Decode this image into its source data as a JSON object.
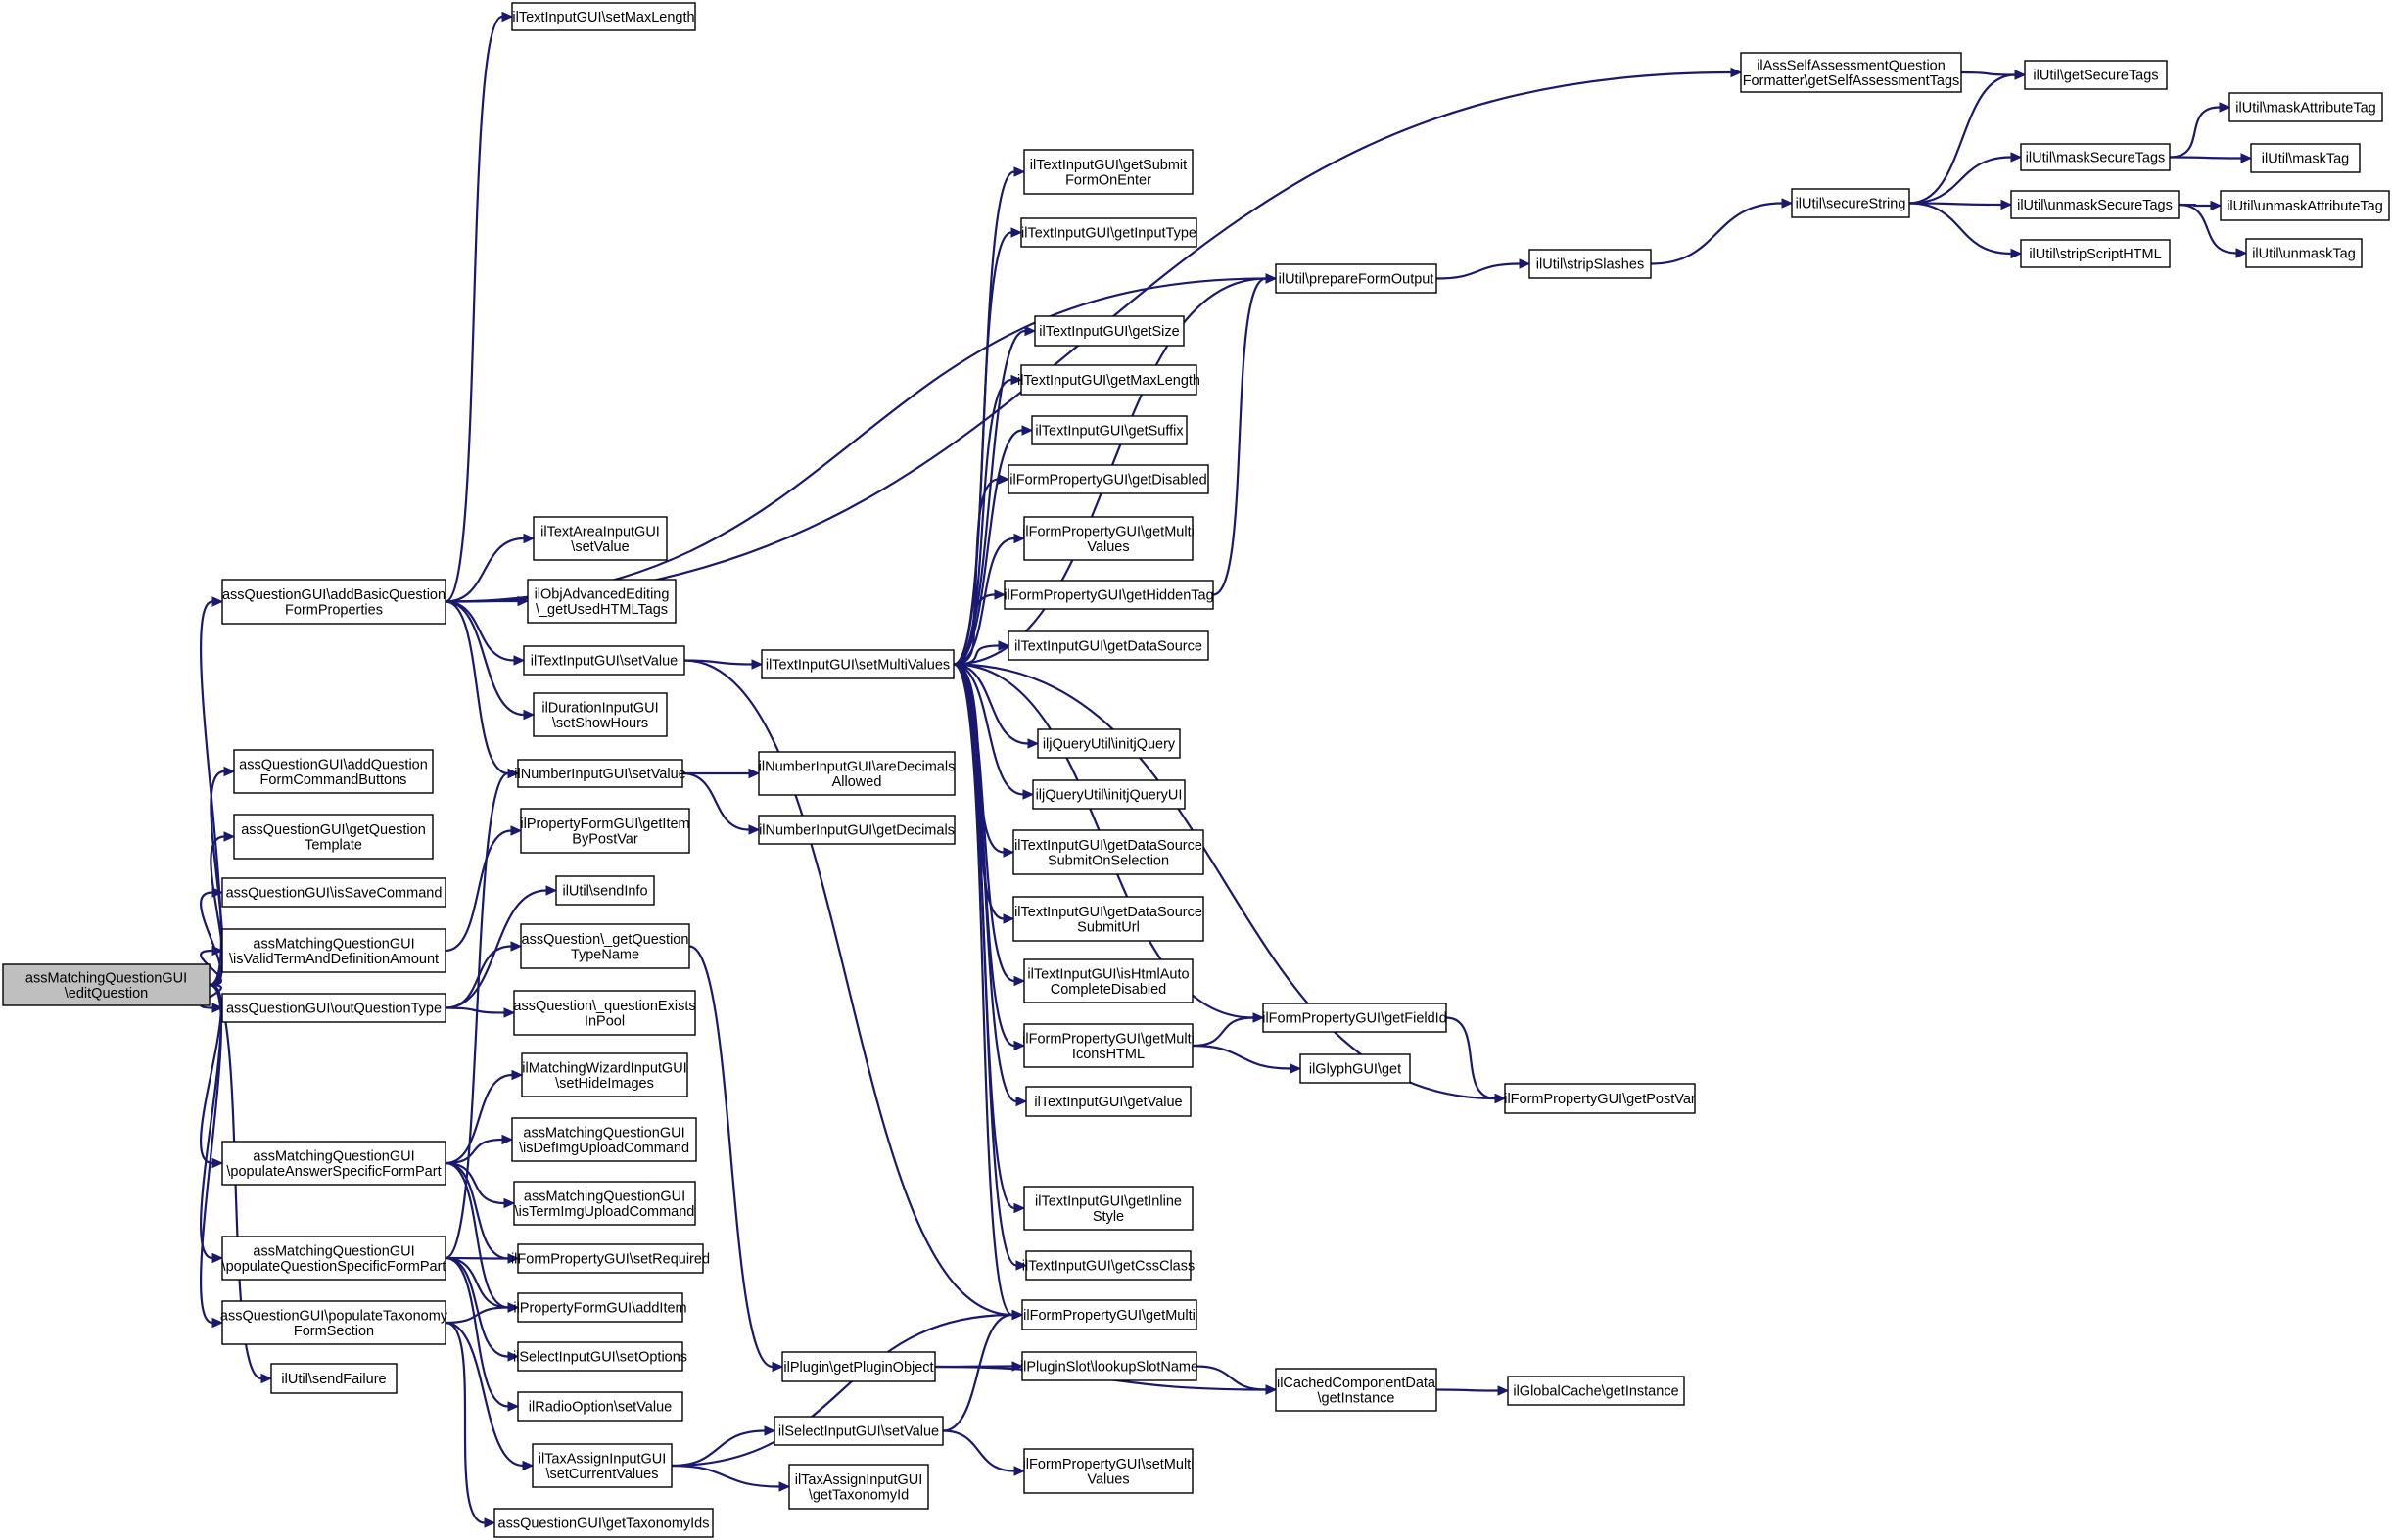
{
  "root": [
    "assMatchingQuestionGUI",
    "\\editQuestion"
  ],
  "nodes": {
    "n_setMaxLength": [
      "ilTextInputGUI\\setMaxLength"
    ],
    "n_selfAssess": [
      "ilAssSelfAssessmentQuestion",
      "Formatter\\getSelfAssessmentTags"
    ],
    "n_getSecureTags": [
      "ilUtil\\getSecureTags"
    ],
    "n_maskAttrTag": [
      "ilUtil\\maskAttributeTag"
    ],
    "n_maskSecureTags": [
      "ilUtil\\maskSecureTags"
    ],
    "n_maskTag": [
      "ilUtil\\maskTag"
    ],
    "n_secureString": [
      "ilUtil\\secureString"
    ],
    "n_unmaskSecureTags": [
      "ilUtil\\unmaskSecureTags"
    ],
    "n_unmaskAttrTag": [
      "ilUtil\\unmaskAttributeTag"
    ],
    "n_unmaskTag": [
      "ilUtil\\unmaskTag"
    ],
    "n_stripScriptHTML": [
      "ilUtil\\stripScriptHTML"
    ],
    "n_stripSlashes": [
      "ilUtil\\stripSlashes"
    ],
    "n_prepareFormOutput": [
      "ilUtil\\prepareFormOutput"
    ],
    "n_getSubmitFormOnEnter": [
      "ilTextInputGUI\\getSubmit",
      "FormOnEnter"
    ],
    "n_getInputType": [
      "ilTextInputGUI\\getInputType"
    ],
    "n_getSize": [
      "ilTextInputGUI\\getSize"
    ],
    "n_getMaxLength": [
      "ilTextInputGUI\\getMaxLength"
    ],
    "n_getSuffix": [
      "ilTextInputGUI\\getSuffix"
    ],
    "n_getDisabled": [
      "ilFormPropertyGUI\\getDisabled"
    ],
    "n_getMultiValues": [
      "ilFormPropertyGUI\\getMulti",
      "Values"
    ],
    "n_getHiddenTag": [
      "ilFormPropertyGUI\\getHiddenTag"
    ],
    "n_getDataSource": [
      "ilTextInputGUI\\getDataSource"
    ],
    "n_initjQuery": [
      "iljQueryUtil\\initjQuery"
    ],
    "n_initjQueryUI": [
      "iljQueryUtil\\initjQueryUI"
    ],
    "n_getDSSubmitOnSel": [
      "ilTextInputGUI\\getDataSource",
      "SubmitOnSelection"
    ],
    "n_getDSSubmitUrl": [
      "ilTextInputGUI\\getDataSource",
      "SubmitUrl"
    ],
    "n_isHtmlAuto": [
      "ilTextInputGUI\\isHtmlAuto",
      "CompleteDisabled"
    ],
    "n_getMultiIconsHTML": [
      "ilFormPropertyGUI\\getMulti",
      "IconsHTML"
    ],
    "n_getFieldId": [
      "ilFormPropertyGUI\\getFieldId"
    ],
    "n_glyphGet": [
      "ilGlyphGUI\\get"
    ],
    "n_getPostVar": [
      "ilFormPropertyGUI\\getPostVar"
    ],
    "n_tiGetValue": [
      "ilTextInputGUI\\getValue"
    ],
    "n_getInlineStyle": [
      "ilTextInputGUI\\getInline",
      "Style"
    ],
    "n_getCssClass": [
      "ilTextInputGUI\\getCssClass"
    ],
    "n_getMulti": [
      "ilFormPropertyGUI\\getMulti"
    ],
    "n_getPluginObject": [
      "ilPlugin\\getPluginObject"
    ],
    "n_lookupSlotName": [
      "ilPluginSlot\\lookupSlotName"
    ],
    "n_cachedGetInstance": [
      "ilCachedComponentData",
      "\\getInstance"
    ],
    "n_globalCacheGetInstance": [
      "ilGlobalCache\\getInstance"
    ],
    "n_selectSetValue": [
      "ilSelectInputGUI\\setValue"
    ],
    "n_fpSetMultiValues": [
      "ilFormPropertyGUI\\setMulti",
      "Values"
    ],
    "n_getTaxonomyId": [
      "ilTaxAssignInputGUI",
      "\\getTaxonomyId"
    ],
    "n_taxSetCurrentValues": [
      "ilTaxAssignInputGUI",
      "\\setCurrentValues"
    ],
    "n_getTaxonomyIds": [
      "assQuestionGUI\\getTaxonomyIds"
    ],
    "n_radioSetValue": [
      "ilRadioOption\\setValue"
    ],
    "n_selectSetOptions": [
      "ilSelectInputGUI\\setOptions"
    ],
    "n_addItem": [
      "ilPropertyFormGUI\\addItem"
    ],
    "n_setRequired": [
      "ilFormPropertyGUI\\setRequired"
    ],
    "n_isTermImg": [
      "assMatchingQuestionGUI",
      "\\isTermImgUploadCommand"
    ],
    "n_isDefImg": [
      "assMatchingQuestionGUI",
      "\\isDefImgUploadCommand"
    ],
    "n_setHideImages": [
      "ilMatchingWizardInputGUI",
      "\\setHideImages"
    ],
    "n_questionExists": [
      "assQuestion\\_questionExists",
      "InPool"
    ],
    "n_getQTypeName": [
      "assQuestion\\_getQuestion",
      "TypeName"
    ],
    "n_sendInfo": [
      "ilUtil\\sendInfo"
    ],
    "n_getItemByPostVar": [
      "ilPropertyFormGUI\\getItem",
      "ByPostVar"
    ],
    "n_getDecimals": [
      "ilNumberInputGUI\\getDecimals"
    ],
    "n_areDecimals": [
      "ilNumberInputGUI\\areDecimals",
      "Allowed"
    ],
    "n_numSetValue": [
      "ilNumberInputGUI\\setValue"
    ],
    "n_setShowHours": [
      "ilDurationInputGUI",
      "\\setShowHours"
    ],
    "n_tiSetValue": [
      "ilTextInputGUI\\setValue"
    ],
    "n_setMultiValues": [
      "ilTextInputGUI\\setMultiValues"
    ],
    "n_getUsedHTMLTags": [
      "ilObjAdvancedEditing",
      "\\_getUsedHTMLTags"
    ],
    "n_taSetValue": [
      "ilTextAreaInputGUI",
      "\\setValue"
    ],
    "n_addBasic": [
      "assQuestionGUI\\addBasicQuestion",
      "FormProperties"
    ],
    "n_addCmdButtons": [
      "assQuestionGUI\\addQuestion",
      "FormCommandButtons"
    ],
    "n_getQTemplate": [
      "assQuestionGUI\\getQuestion",
      "Template"
    ],
    "n_isSaveCommand": [
      "assQuestionGUI\\isSaveCommand"
    ],
    "n_isValidTerm": [
      "assMatchingQuestionGUI",
      "\\isValidTermAndDefinitionAmount"
    ],
    "n_outQuestionType": [
      "assQuestionGUI\\outQuestionType"
    ],
    "n_popAnswer": [
      "assMatchingQuestionGUI",
      "\\populateAnswerSpecificFormPart"
    ],
    "n_popQuestion": [
      "assMatchingQuestionGUI",
      "\\populateQuestionSpecificFormPart"
    ],
    "n_popTaxonomy": [
      "assQuestionGUI\\populateTaxonomy",
      "FormSection"
    ],
    "n_sendFailure": [
      "ilUtil\\sendFailure"
    ]
  },
  "edges": [
    [
      "root",
      "n_addBasic"
    ],
    [
      "root",
      "n_addCmdButtons"
    ],
    [
      "root",
      "n_getQTemplate"
    ],
    [
      "root",
      "n_isSaveCommand"
    ],
    [
      "root",
      "n_isValidTerm"
    ],
    [
      "root",
      "n_outQuestionType"
    ],
    [
      "root",
      "n_popAnswer"
    ],
    [
      "root",
      "n_popQuestion"
    ],
    [
      "root",
      "n_popTaxonomy"
    ],
    [
      "root",
      "n_sendFailure"
    ],
    [
      "n_addBasic",
      "n_setMaxLength"
    ],
    [
      "n_addBasic",
      "n_selfAssess"
    ],
    [
      "n_addBasic",
      "n_prepareFormOutput"
    ],
    [
      "n_addBasic",
      "n_taSetValue"
    ],
    [
      "n_addBasic",
      "n_getUsedHTMLTags"
    ],
    [
      "n_addBasic",
      "n_tiSetValue"
    ],
    [
      "n_addBasic",
      "n_setShowHours"
    ],
    [
      "n_addBasic",
      "n_numSetValue"
    ],
    [
      "n_selfAssess",
      "n_getSecureTags"
    ],
    [
      "n_secureString",
      "n_getSecureTags"
    ],
    [
      "n_secureString",
      "n_maskSecureTags"
    ],
    [
      "n_secureString",
      "n_unmaskSecureTags"
    ],
    [
      "n_secureString",
      "n_stripScriptHTML"
    ],
    [
      "n_maskSecureTags",
      "n_maskAttrTag"
    ],
    [
      "n_maskSecureTags",
      "n_maskTag"
    ],
    [
      "n_unmaskSecureTags",
      "n_unmaskAttrTag"
    ],
    [
      "n_unmaskSecureTags",
      "n_unmaskTag"
    ],
    [
      "n_stripSlashes",
      "n_secureString"
    ],
    [
      "n_prepareFormOutput",
      "n_stripSlashes"
    ],
    [
      "n_tiSetValue",
      "n_setMultiValues"
    ],
    [
      "n_tiSetValue",
      "n_getMulti"
    ],
    [
      "n_setMultiValues",
      "n_getSubmitFormOnEnter"
    ],
    [
      "n_setMultiValues",
      "n_getInputType"
    ],
    [
      "n_setMultiValues",
      "n_prepareFormOutput"
    ],
    [
      "n_setMultiValues",
      "n_getSize"
    ],
    [
      "n_setMultiValues",
      "n_getMaxLength"
    ],
    [
      "n_setMultiValues",
      "n_getSuffix"
    ],
    [
      "n_setMultiValues",
      "n_getDisabled"
    ],
    [
      "n_setMultiValues",
      "n_getMultiValues"
    ],
    [
      "n_setMultiValues",
      "n_getHiddenTag"
    ],
    [
      "n_setMultiValues",
      "n_getDataSource"
    ],
    [
      "n_setMultiValues",
      "n_initjQuery"
    ],
    [
      "n_setMultiValues",
      "n_initjQueryUI"
    ],
    [
      "n_setMultiValues",
      "n_getDSSubmitOnSel"
    ],
    [
      "n_setMultiValues",
      "n_getDSSubmitUrl"
    ],
    [
      "n_setMultiValues",
      "n_isHtmlAuto"
    ],
    [
      "n_setMultiValues",
      "n_getMultiIconsHTML"
    ],
    [
      "n_setMultiValues",
      "n_tiGetValue"
    ],
    [
      "n_setMultiValues",
      "n_getInlineStyle"
    ],
    [
      "n_setMultiValues",
      "n_getCssClass"
    ],
    [
      "n_setMultiValues",
      "n_getMulti"
    ],
    [
      "n_setMultiValues",
      "n_getFieldId"
    ],
    [
      "n_setMultiValues",
      "n_getPostVar"
    ],
    [
      "n_getHiddenTag",
      "n_prepareFormOutput"
    ],
    [
      "n_getMultiIconsHTML",
      "n_getFieldId"
    ],
    [
      "n_getMultiIconsHTML",
      "n_glyphGet"
    ],
    [
      "n_getFieldId",
      "n_getPostVar"
    ],
    [
      "n_numSetValue",
      "n_areDecimals"
    ],
    [
      "n_numSetValue",
      "n_getDecimals"
    ],
    [
      "n_isValidTerm",
      "n_getItemByPostVar"
    ],
    [
      "n_outQuestionType",
      "n_sendInfo"
    ],
    [
      "n_outQuestionType",
      "n_getQTypeName"
    ],
    [
      "n_outQuestionType",
      "n_questionExists"
    ],
    [
      "n_getQTypeName",
      "n_getPluginObject"
    ],
    [
      "n_popAnswer",
      "n_setHideImages"
    ],
    [
      "n_popAnswer",
      "n_isDefImg"
    ],
    [
      "n_popAnswer",
      "n_isTermImg"
    ],
    [
      "n_popAnswer",
      "n_setRequired"
    ],
    [
      "n_popAnswer",
      "n_addItem"
    ],
    [
      "n_popQuestion",
      "n_numSetValue"
    ],
    [
      "n_popQuestion",
      "n_setRequired"
    ],
    [
      "n_popQuestion",
      "n_addItem"
    ],
    [
      "n_popQuestion",
      "n_selectSetOptions"
    ],
    [
      "n_popQuestion",
      "n_radioSetValue"
    ],
    [
      "n_popTaxonomy",
      "n_addItem"
    ],
    [
      "n_popTaxonomy",
      "n_taxSetCurrentValues"
    ],
    [
      "n_popTaxonomy",
      "n_getTaxonomyIds"
    ],
    [
      "n_taxSetCurrentValues",
      "n_getMulti"
    ],
    [
      "n_taxSetCurrentValues",
      "n_selectSetValue"
    ],
    [
      "n_taxSetCurrentValues",
      "n_getTaxonomyId"
    ],
    [
      "n_selectSetValue",
      "n_getMulti"
    ],
    [
      "n_selectSetValue",
      "n_fpSetMultiValues"
    ],
    [
      "n_getPluginObject",
      "n_lookupSlotName"
    ],
    [
      "n_getPluginObject",
      "n_cachedGetInstance"
    ],
    [
      "n_lookupSlotName",
      "n_cachedGetInstance"
    ],
    [
      "n_cachedGetInstance",
      "n_globalCacheGetInstance"
    ]
  ]
}
